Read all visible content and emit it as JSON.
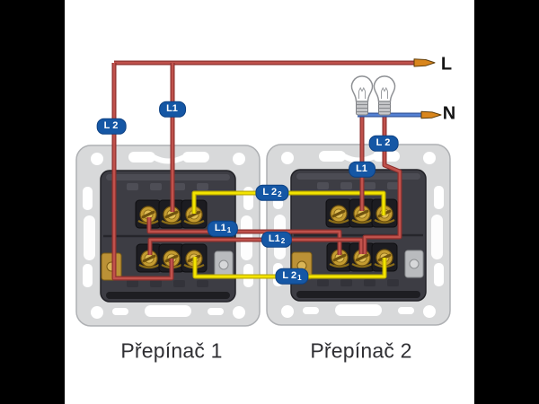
{
  "labels": {
    "line": "L",
    "neutral": "N"
  },
  "captions": {
    "switch1": "Přepínač 1",
    "switch2": "Přepínač 2"
  },
  "tags": {
    "l2_feed": {
      "main": "L 2",
      "sub": ""
    },
    "l1_feed": {
      "main": "L1",
      "sub": ""
    },
    "l2_lamp": {
      "main": "L 2",
      "sub": ""
    },
    "l1_lamp": {
      "main": "L1",
      "sub": ""
    },
    "l2_2": {
      "main": "L 2",
      "sub": "2"
    },
    "l1_1": {
      "main": "L1",
      "sub": "1"
    },
    "l1_2": {
      "main": "L1",
      "sub": "2"
    },
    "l2_1": {
      "main": "L 2",
      "sub": "1"
    }
  },
  "colors": {
    "background": "#000000",
    "canvas": "#ffffff",
    "wire_red": "#b5433e",
    "wire_yellow": "#f2e300",
    "wire_blue": "#4d7ad0",
    "copper_tip": "#d9861c",
    "tag_blue": "#1557a5",
    "frame_gray": "#d8d9da",
    "body_dark": "#3d3d44",
    "terminal_gold": "#c49c31"
  }
}
